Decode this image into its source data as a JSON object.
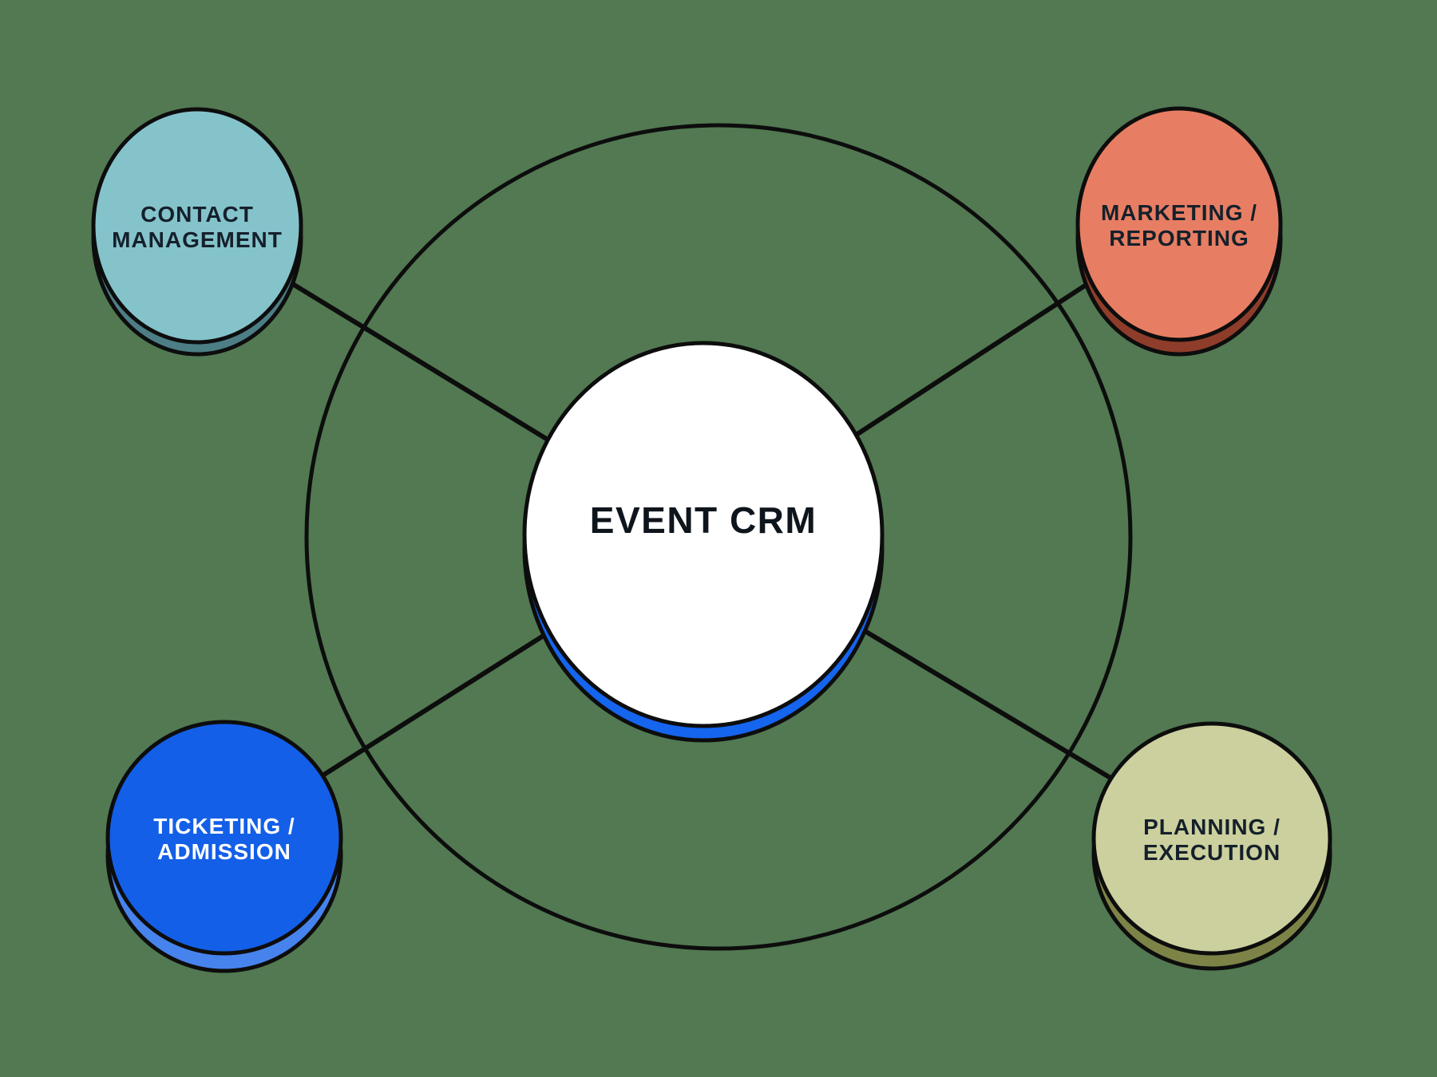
{
  "colors": {
    "background": "#527952",
    "outline": "#0D0D0D"
  },
  "center_node": {
    "id": "event-crm",
    "label": "EVENT CRM",
    "fill": "#FFFFFF",
    "side_fill": "#1565EE",
    "text_color": "#0F151C"
  },
  "nodes": [
    {
      "id": "contact-management",
      "label_line1": "CONTACT",
      "label_line2": "MANAGEMENT",
      "fill": "#85C3CB",
      "side_fill": "#4D7E85",
      "text_color": "#15202B"
    },
    {
      "id": "marketing-reporting",
      "label_line1": "MARKETING /",
      "label_line2": "REPORTING",
      "fill": "#E77E63",
      "side_fill": "#8E3D2A",
      "text_color": "#15202B"
    },
    {
      "id": "ticketing-admission",
      "label_line1": "TICKETING /",
      "label_line2": "ADMISSION",
      "fill": "#135FE8",
      "side_fill": "#4783EC",
      "text_color": "#FFFFFF"
    },
    {
      "id": "planning-execution",
      "label_line1": "PLANNING /",
      "label_line2": "EXECUTION",
      "fill": "#CBD09E",
      "side_fill": "#7D8347",
      "text_color": "#15202B"
    }
  ],
  "edges": [
    {
      "from": "event-crm",
      "to": "contact-management"
    },
    {
      "from": "event-crm",
      "to": "marketing-reporting"
    },
    {
      "from": "event-crm",
      "to": "ticketing-admission"
    },
    {
      "from": "event-crm",
      "to": "planning-execution"
    }
  ]
}
